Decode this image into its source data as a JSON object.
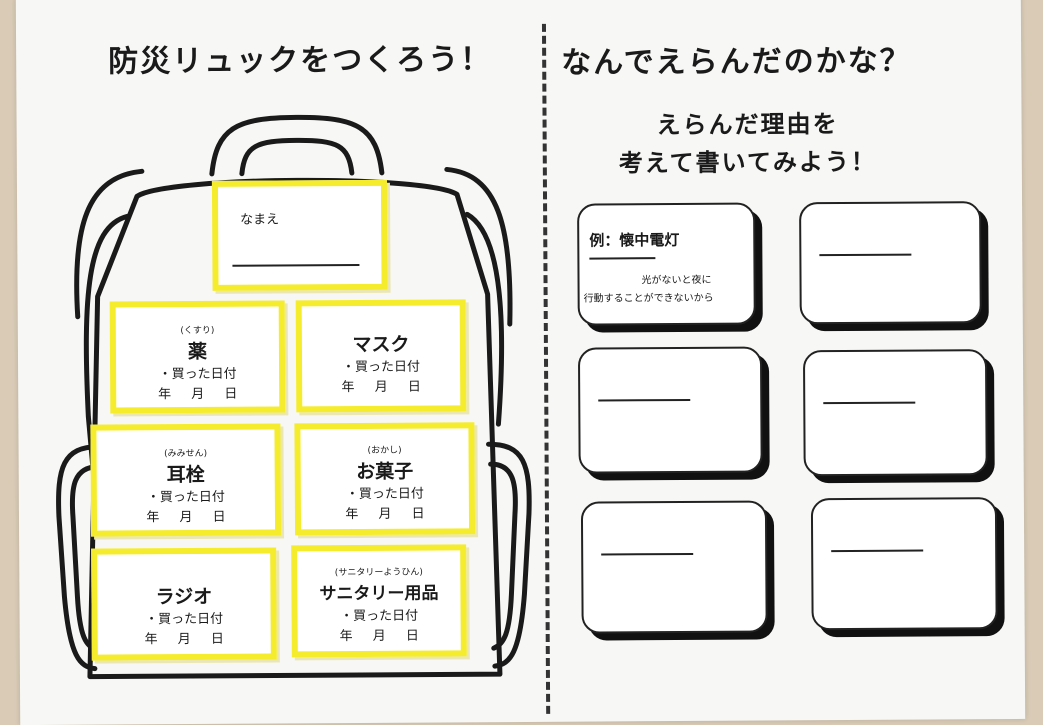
{
  "left_title": "防災リュックをつくろう！",
  "right_title": "なんでえらんだのかな？",
  "subtitle_line1": "えらんだ理由を",
  "subtitle_line2": "考えて書いてみよう！",
  "name_card": {
    "label": "なまえ"
  },
  "item_cards": [
    {
      "ruby": "(くすり)",
      "name": "薬",
      "line1": "・買った日付",
      "line2": "年 月 日"
    },
    {
      "ruby": "",
      "name": "マスク",
      "line1": "・買った日付",
      "line2": "年 月 日"
    },
    {
      "ruby": "(みみせん)",
      "name": "耳栓",
      "line1": "・買った日付",
      "line2": "年 月 日"
    },
    {
      "ruby": "(おかし)",
      "name": "お菓子",
      "line1": "・買った日付",
      "line2": "年 月 日"
    },
    {
      "ruby": "",
      "name": "ラジオ",
      "line1": "・買った日付",
      "line2": "年 月 日"
    },
    {
      "ruby": "(サニタリーようひん)",
      "name": "サニタリー用品",
      "line1": "・買った日付",
      "line2": "年 月 日"
    }
  ],
  "example_box": {
    "title": "例：懐中電灯",
    "reason_line1": "光がないと夜に",
    "reason_line2": "行動することができないから"
  },
  "colors": {
    "card_border": "#f4ec2c",
    "paper": "#f7f7f5",
    "ink": "#1a1a1a"
  }
}
